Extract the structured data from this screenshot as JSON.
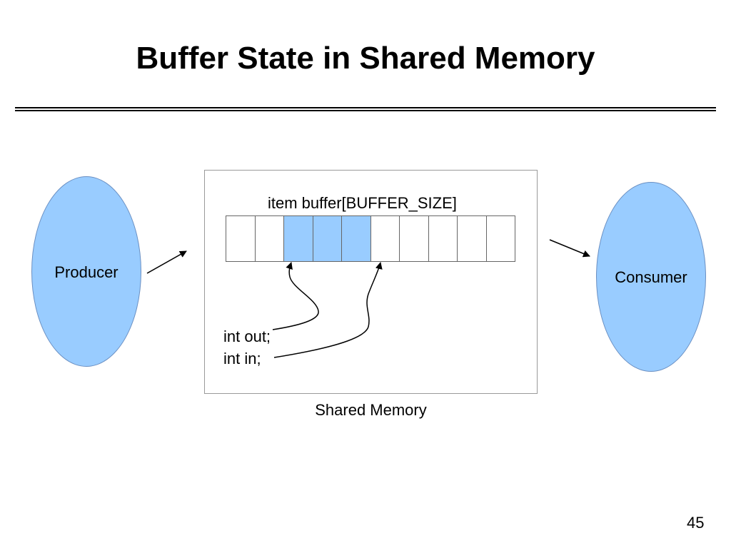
{
  "title": "Buffer State in Shared Memory",
  "producer": {
    "label": "Producer"
  },
  "consumer": {
    "label": "Consumer"
  },
  "shared_memory": {
    "caption": "Shared Memory",
    "buffer_label": "item buffer[BUFFER_SIZE]",
    "cells": [
      false,
      false,
      true,
      true,
      true,
      false,
      false,
      false,
      false,
      false
    ],
    "out_label": "int out;",
    "in_label": "int in;"
  },
  "colors": {
    "ellipse_fill": "#99ccff",
    "filled_cell": "#99ccff",
    "empty_cell": "#ffffff"
  },
  "slide_number": "45"
}
